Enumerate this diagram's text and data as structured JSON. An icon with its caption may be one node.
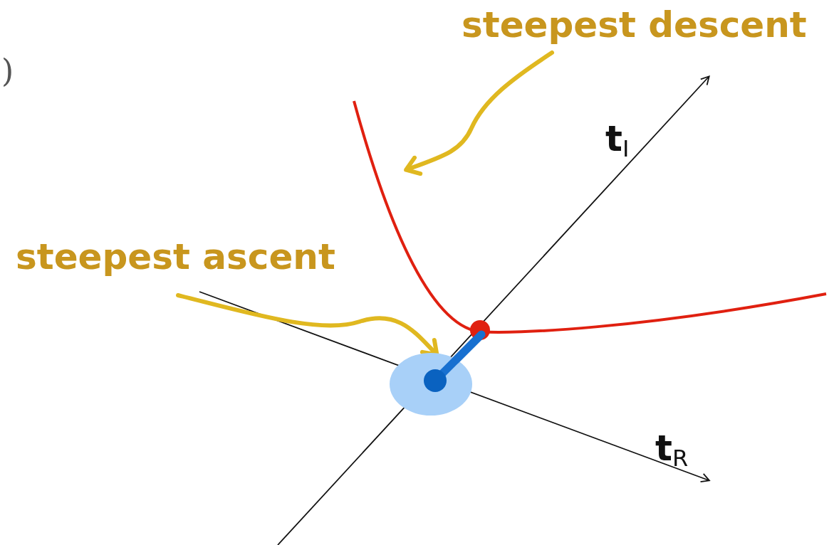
{
  "diagram": {
    "nodes": [
      {
        "text": [
          "steepest descent"
        ]
      },
      {
        "text": [],
        "shape": "curve"
      },
      {
        "text": [
          "steepest ascent"
        ]
      },
      {
        "text": [],
        "shape": "circle"
      }
    ],
    "edges": [
      {
        "from": 0,
        "to": 1,
        "arrow": "to"
      },
      {
        "from": 2,
        "to": 3,
        "arrow": "to"
      }
    ],
    "labels": [
      ")",
      "t$_{I}$",
      "t$_{R}$"
    ]
  }
}
